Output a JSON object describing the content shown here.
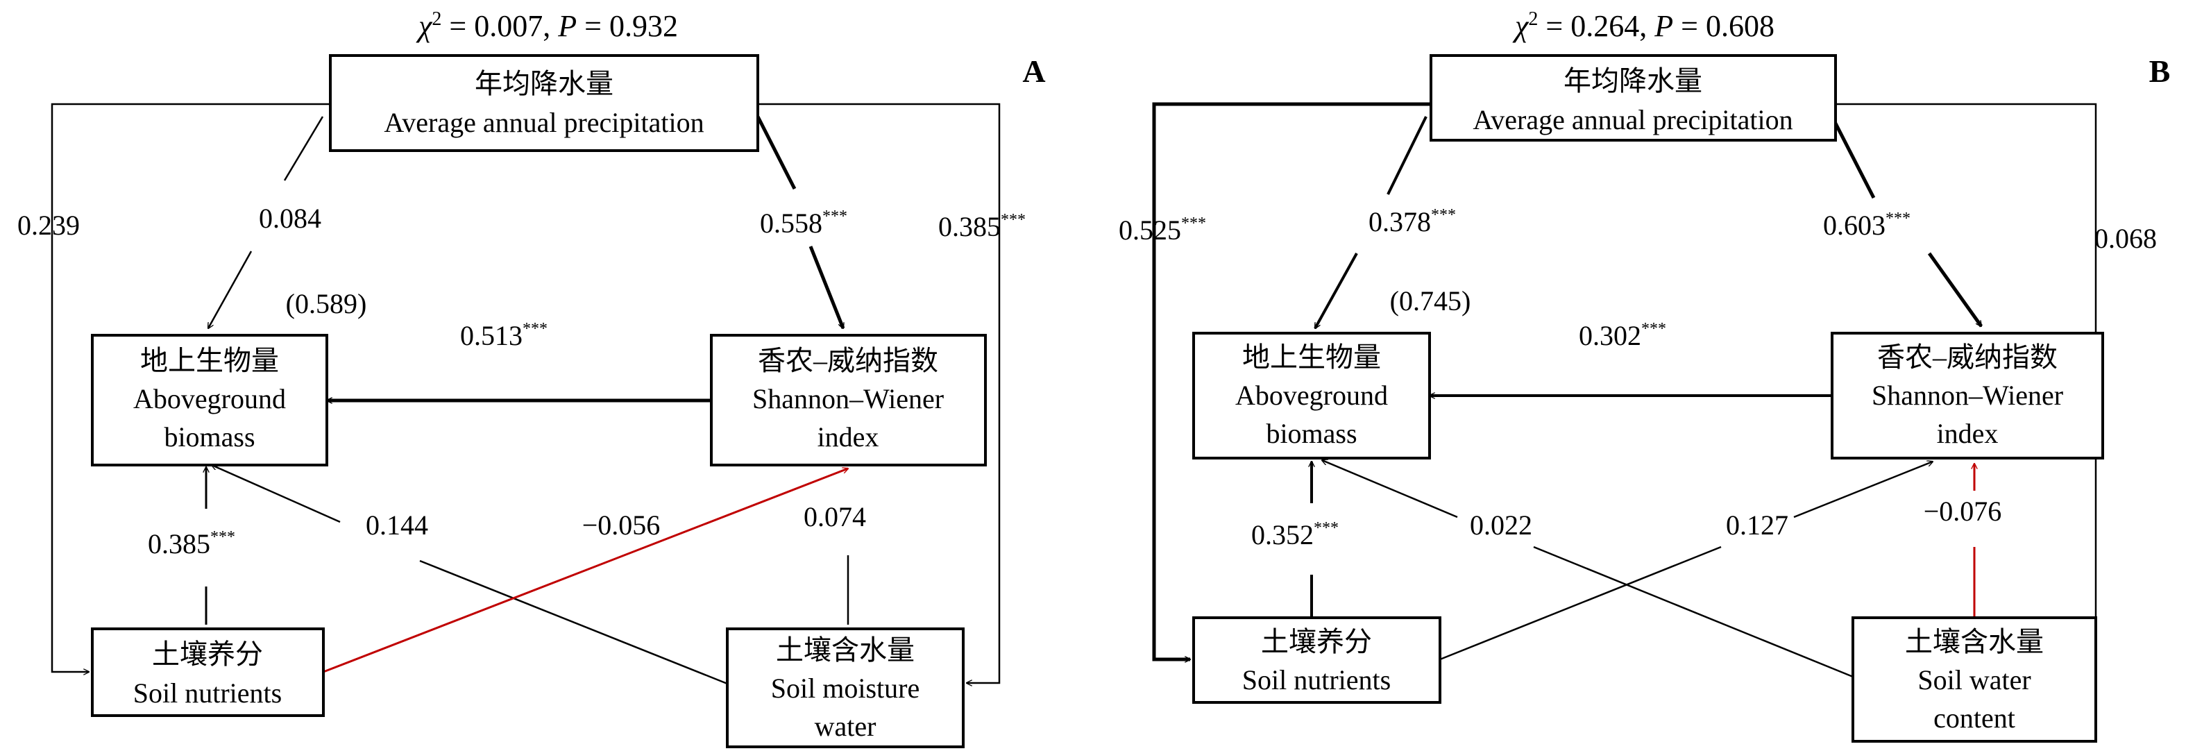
{
  "panels": [
    {
      "id": "A",
      "panel_label": "A",
      "chi_text": "χ² = 0.007, P = 0.932",
      "chi_sym": "χ",
      "chi_sup": "2",
      "chi_mid": " = 0.007, ",
      "p_sym": "P",
      "p_val": " = 0.932",
      "r2": "(0.589)",
      "nodes": {
        "precip": {
          "zh": "年均降水量",
          "en1": "Average annual precipitation"
        },
        "biomass": {
          "zh": "地上生物量",
          "en1": "Aboveground",
          "en2": "biomass"
        },
        "shannon": {
          "zh": "香农–威纳指数",
          "en1": "Shannon–Wiener",
          "en2": "index"
        },
        "nutrients": {
          "zh": "土壤养分",
          "en1": "Soil nutrients"
        },
        "moisture": {
          "zh": "土壤含水量",
          "en1": "Soil moisture",
          "en2": "water"
        }
      },
      "paths": {
        "precip_nutrients": {
          "value": "0.239",
          "sig": "",
          "color": "#000000"
        },
        "precip_biomass": {
          "value": "0.084",
          "sig": "",
          "color": "#000000"
        },
        "precip_shannon": {
          "value": "0.558",
          "sig": "***",
          "color": "#000000"
        },
        "precip_moisture": {
          "value": "0.385",
          "sig": "***",
          "color": "#000000"
        },
        "shannon_biomass": {
          "value": "0.513",
          "sig": "***",
          "color": "#000000"
        },
        "nutrients_biomass": {
          "value": "0.385",
          "sig": "***",
          "color": "#000000"
        },
        "moisture_biomass": {
          "value": "0.144",
          "sig": "",
          "color": "#000000"
        },
        "nutrients_shannon": {
          "value": "−0.056",
          "sig": "",
          "color": "#c00000"
        },
        "moisture_shannon": {
          "value": "0.074",
          "sig": "",
          "color": "#000000"
        }
      }
    },
    {
      "id": "B",
      "panel_label": "B",
      "chi_text": "χ² = 0.264, P = 0.608",
      "chi_sym": "χ",
      "chi_sup": "2",
      "chi_mid": " = 0.264, ",
      "p_sym": "P",
      "p_val": " = 0.608",
      "r2": "(0.745)",
      "nodes": {
        "precip": {
          "zh": "年均降水量",
          "en1": "Average annual precipitation"
        },
        "biomass": {
          "zh": "地上生物量",
          "en1": "Aboveground",
          "en2": "biomass"
        },
        "shannon": {
          "zh": "香农–威纳指数",
          "en1": "Shannon–Wiener",
          "en2": "index"
        },
        "nutrients": {
          "zh": "土壤养分",
          "en1": "Soil nutrients"
        },
        "moisture": {
          "zh": "土壤含水量",
          "en1": "Soil water",
          "en2": "content"
        }
      },
      "paths": {
        "precip_nutrients": {
          "value": "0.525",
          "sig": "***",
          "color": "#000000"
        },
        "precip_biomass": {
          "value": "0.378",
          "sig": "***",
          "color": "#000000"
        },
        "precip_shannon": {
          "value": "0.603",
          "sig": "***",
          "color": "#000000"
        },
        "precip_moisture": {
          "value": "0.068",
          "sig": "",
          "color": "#000000"
        },
        "shannon_biomass": {
          "value": "0.302",
          "sig": "***",
          "color": "#000000"
        },
        "nutrients_biomass": {
          "value": "0.352",
          "sig": "***",
          "color": "#000000"
        },
        "moisture_biomass": {
          "value": "0.022",
          "sig": "",
          "color": "#000000"
        },
        "nutrients_shannon": {
          "value": "0.127",
          "sig": "",
          "color": "#000000"
        },
        "moisture_shannon": {
          "value": "−0.076",
          "sig": "",
          "color": "#c00000"
        }
      }
    }
  ]
}
